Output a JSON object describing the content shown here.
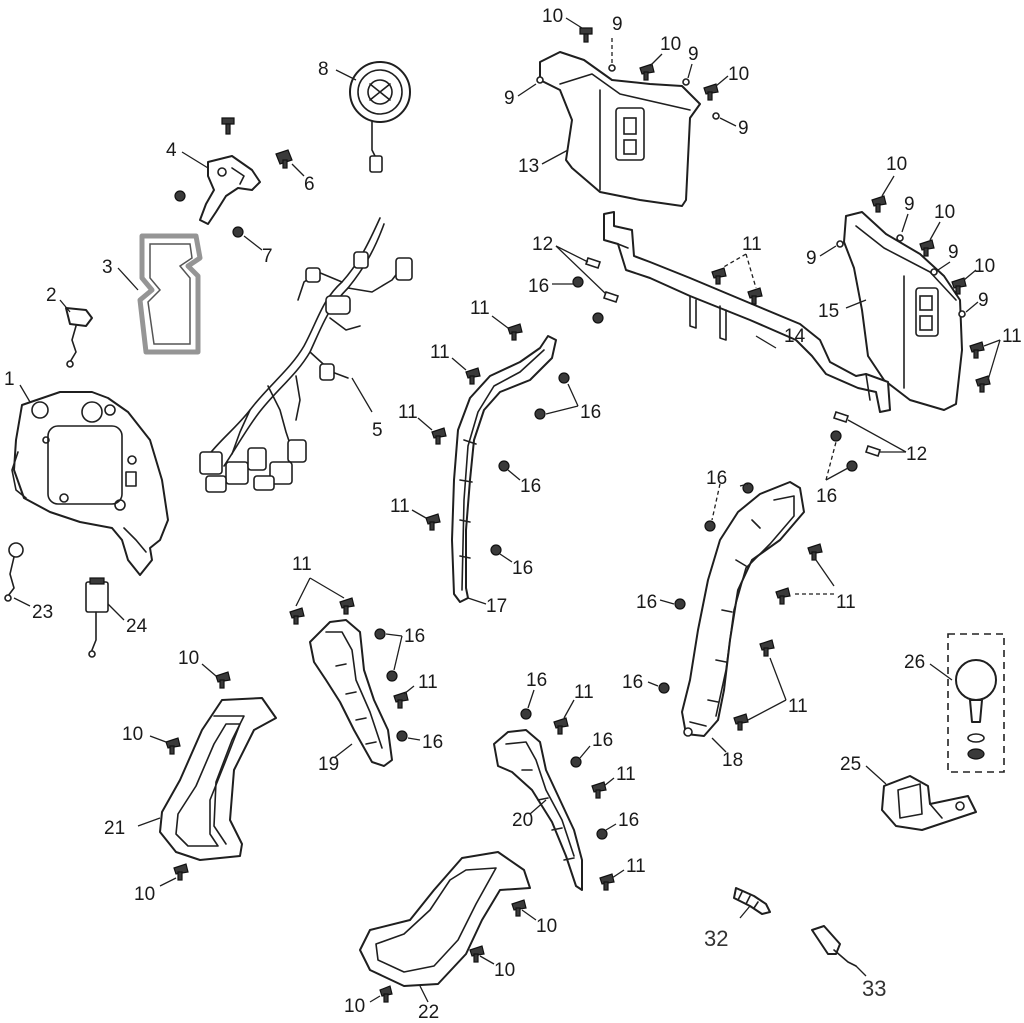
{
  "diagram_title": "",
  "callouts": {
    "c1": "1",
    "c2": "2",
    "c3": "3",
    "c4": "4",
    "c5": "5",
    "c6": "6",
    "c7": "7",
    "c8": "8",
    "c9": "9",
    "c10": "10",
    "c11": "11",
    "c12": "12",
    "c13": "13",
    "c14": "14",
    "c15": "15",
    "c16": "16",
    "c17": "17",
    "c18": "18",
    "c19": "19",
    "c20": "20",
    "c21": "21",
    "c22": "22",
    "c23": "23",
    "c24": "24",
    "c25": "25",
    "c26": "26",
    "c32": "32",
    "c33": "33"
  },
  "colors": {
    "line": "#1f1f1f",
    "background": "#ffffff",
    "gasket": "#8a8a8a"
  }
}
